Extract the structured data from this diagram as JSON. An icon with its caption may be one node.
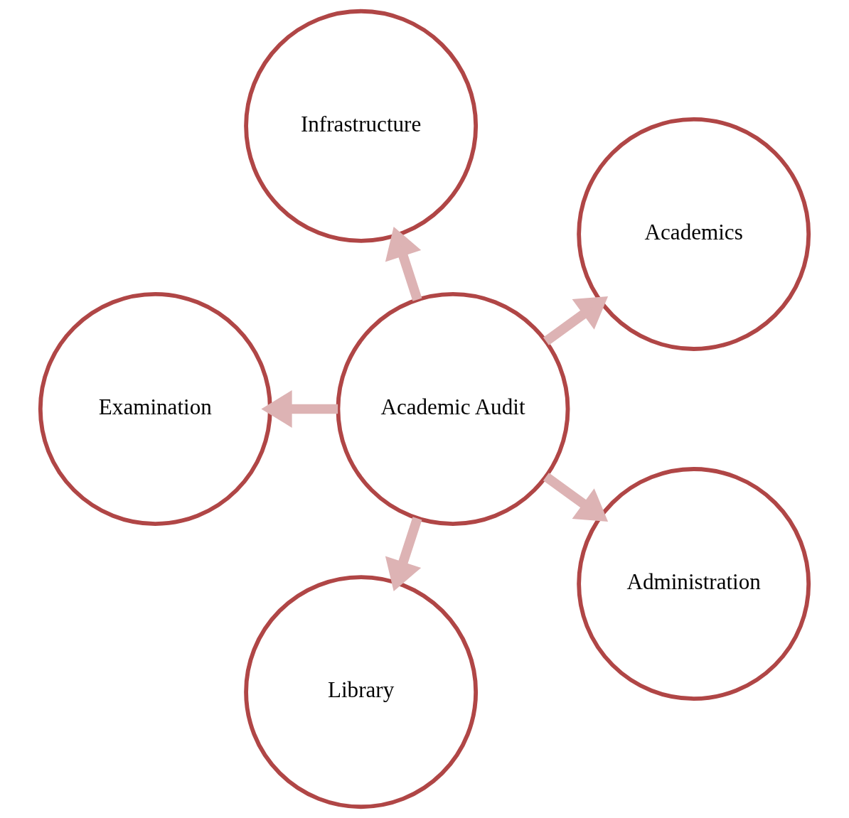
{
  "diagram": {
    "nodes": [
      {
        "text": [
          "Academics"
        ]
      },
      {
        "text": [
          "Infrastructure"
        ]
      },
      {
        "text": [
          "Academic Audit"
        ]
      },
      {
        "text": [
          "Examination"
        ]
      },
      {
        "text": [
          "Library"
        ]
      },
      {
        "text": [
          "Administration"
        ]
      }
    ],
    "edges": [
      {
        "from": 2,
        "to": 0,
        "arrow": "to"
      },
      {
        "from": 2,
        "to": 3,
        "arrow": "to"
      },
      {
        "from": 2,
        "to": 5,
        "arrow": "to"
      },
      {
        "from": 2,
        "to": 4,
        "arrow": "to"
      },
      {
        "from": 2,
        "to": 1,
        "arrow": "to"
      }
    ]
  }
}
